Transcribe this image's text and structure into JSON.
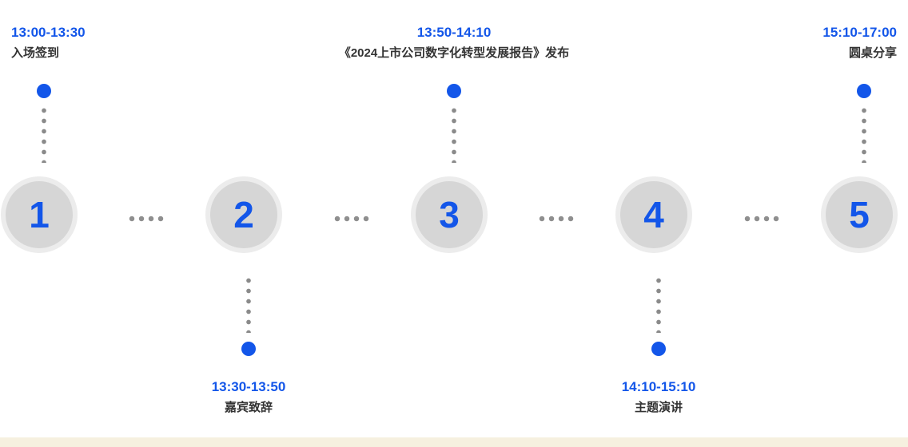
{
  "timeline": {
    "accent_color": "#1356e9",
    "circle_color": "#d6d6d6",
    "circle_ring_color": "#ececec",
    "dotted_line_color": "#8a8a8a",
    "title_text_color": "#333333",
    "bottom_strip_color": "#f6f0df",
    "nodes": [
      {
        "number": "1",
        "time": "13:00-13:30",
        "title": "入场签到",
        "label_position": "top"
      },
      {
        "number": "2",
        "time": "13:30-13:50",
        "title": "嘉宾致辞",
        "label_position": "bottom"
      },
      {
        "number": "3",
        "time": "13:50-14:10",
        "title": "《2024上市公司数字化转型发展报告》发布",
        "label_position": "top"
      },
      {
        "number": "4",
        "time": "14:10-15:10",
        "title": "主题演讲",
        "label_position": "bottom"
      },
      {
        "number": "5",
        "time": "15:10-17:00",
        "title": "圆桌分享",
        "label_position": "top"
      }
    ]
  }
}
